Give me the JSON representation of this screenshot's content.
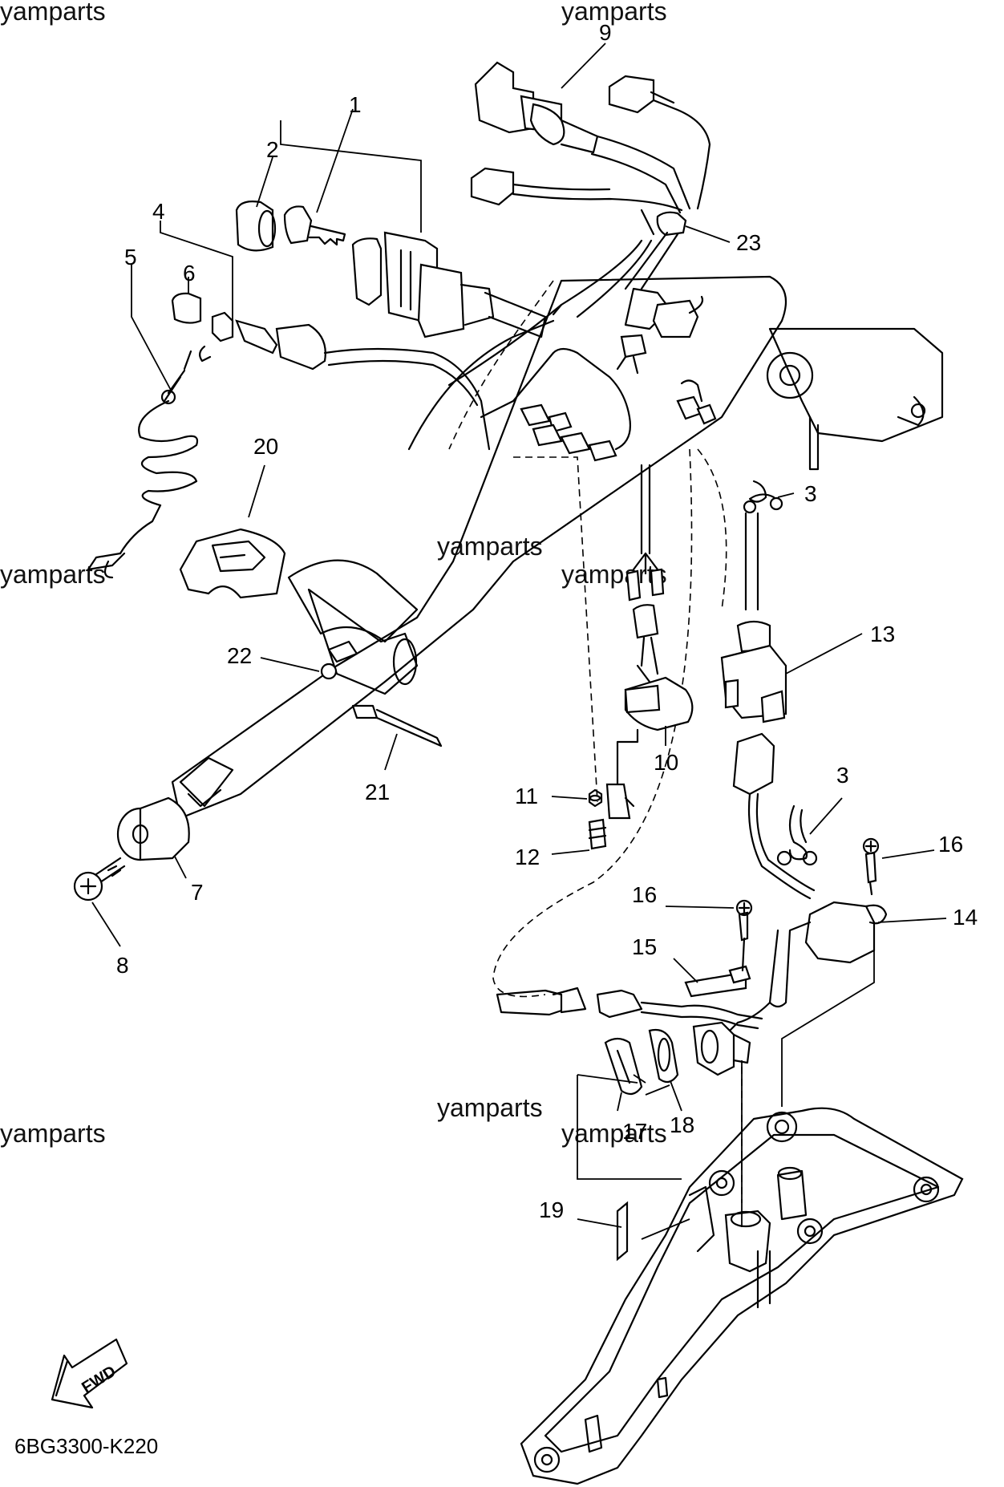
{
  "watermarks": [
    {
      "text": "yamparts"
    },
    {
      "text": "yamparts"
    },
    {
      "text": "yamparts"
    },
    {
      "text": "yamparts"
    },
    {
      "text": "yamparts"
    },
    {
      "text": "yamparts"
    },
    {
      "text": "yamparts"
    },
    {
      "text": "yamparts"
    }
  ],
  "callouts": [
    "1",
    "2",
    "3",
    "3",
    "4",
    "5",
    "6",
    "7",
    "8",
    "9",
    "10",
    "11",
    "12",
    "13",
    "14",
    "15",
    "16",
    "16",
    "17",
    "18",
    "19",
    "20",
    "21",
    "22",
    "23"
  ],
  "drawing_code": "6BG3300-K220",
  "direction_label": "FWD"
}
